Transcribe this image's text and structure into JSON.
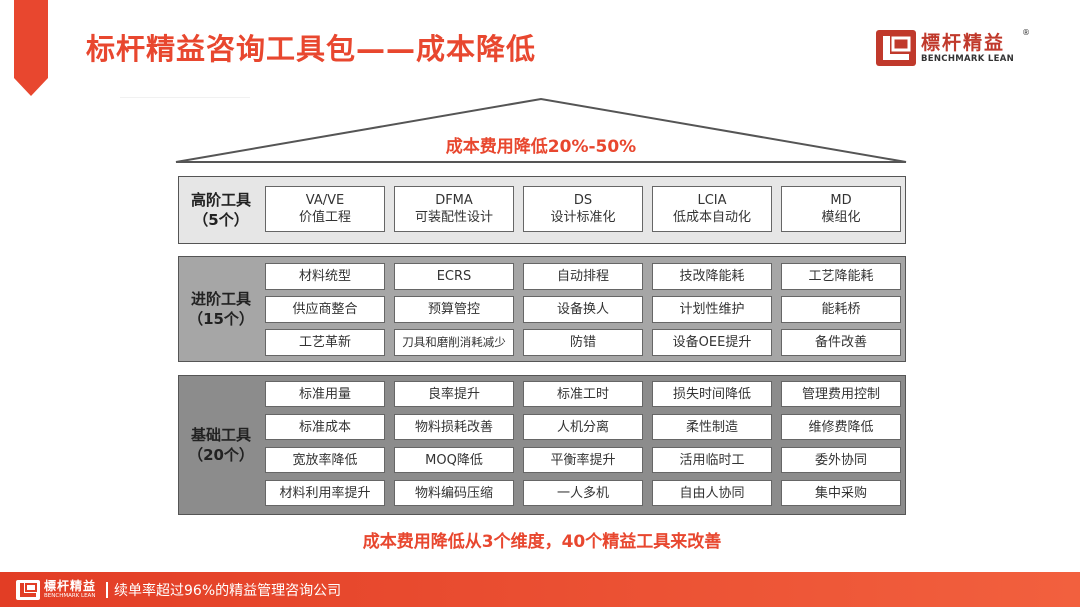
{
  "header": {
    "title": "标杆精益咨询工具包——成本降低",
    "brand_cn": "標杆精益",
    "brand_en": "BENCHMARK LEAN",
    "brand_reg": "®"
  },
  "pyramid": {
    "headline": "成本费用降低20%-50%",
    "tiers": [
      {
        "label_line1": "高阶工具",
        "label_line2": "（5个）",
        "cells": [
          {
            "code": "VA/VE",
            "text": "价值工程"
          },
          {
            "code": "DFMA",
            "text": "可装配性设计"
          },
          {
            "code": "DS",
            "text": "设计标准化"
          },
          {
            "code": "LCIA",
            "text": "低成本自动化"
          },
          {
            "code": "MD",
            "text": "模组化"
          }
        ]
      },
      {
        "label_line1": "进阶工具",
        "label_line2": "（15个）",
        "cells": [
          "材料统型",
          "ECRS",
          "自动排程",
          "技改降能耗",
          "工艺降能耗",
          "供应商整合",
          "预算管控",
          "设备换人",
          "计划性维护",
          "能耗桥",
          "工艺革新",
          "刀具和磨削消耗减少",
          "防错",
          "设备OEE提升",
          "备件改善"
        ]
      },
      {
        "label_line1": "基础工具",
        "label_line2": "（20个）",
        "cells": [
          "标准用量",
          "良率提升",
          "标准工时",
          "损失时间降低",
          "管理费用控制",
          "标准成本",
          "物料损耗改善",
          "人机分离",
          "柔性制造",
          "维修费降低",
          "宽放率降低",
          "MOQ降低",
          "平衡率提升",
          "活用临时工",
          "委外协同",
          "材料利用率提升",
          "物料编码压缩",
          "一人多机",
          "自由人协同",
          "集中采购"
        ]
      }
    ],
    "summary": "成本费用降低从3个维度，40个精益工具来改善"
  },
  "footer": {
    "brand_cn": "標杆精益",
    "brand_en": "BENCHMARK LEAN",
    "slogan": "续单率超过96%的精益管理咨询公司"
  },
  "colors": {
    "accent": "#e8472f",
    "brand_red": "#c0392b",
    "tier_high_bg": "#e6e6e6",
    "tier_mid_bg": "#a6a6a6",
    "tier_base_bg": "#8c8c8c"
  }
}
